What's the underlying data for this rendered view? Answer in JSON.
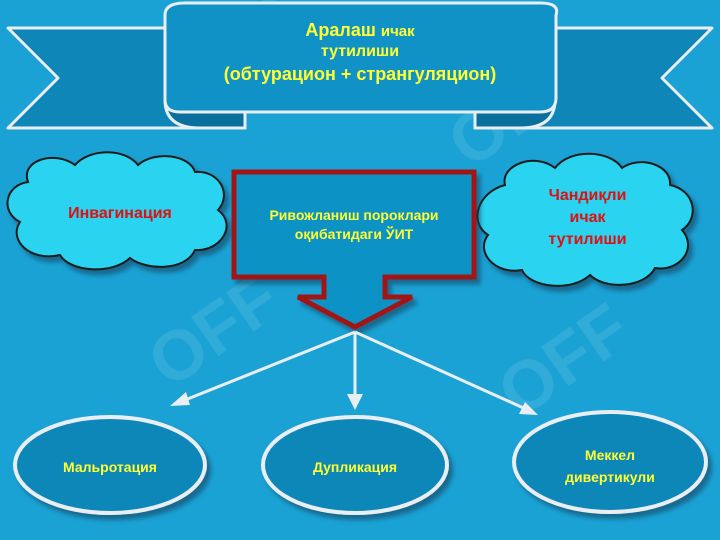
{
  "title": {
    "line1_a": "Аралаш",
    "line1_b": "ичак",
    "line2": "тутилиши",
    "line3": "(обтурацион + странгуляцион)"
  },
  "center_box": {
    "line1": "Ривожланиш пороклари",
    "line2": "оқибатидаги ЎИТ"
  },
  "cloud_left": {
    "label": "Инвагинация"
  },
  "cloud_right": {
    "line1": "Чандиқли",
    "line2": "ичак",
    "line3": "тутилиши"
  },
  "ovals": [
    {
      "label": "Мальротация"
    },
    {
      "label": "Дупликация"
    },
    {
      "line1": "Меккел",
      "line2": "дивертикули"
    }
  ],
  "colors": {
    "background": "#1ba2d4",
    "banner_fill": "#0f86b8",
    "outline": "#e8eef2",
    "box_border": "#a01818",
    "cloud_fill": "#29d3f0",
    "text_yellow": "#ffff33",
    "text_red": "#e01010"
  }
}
